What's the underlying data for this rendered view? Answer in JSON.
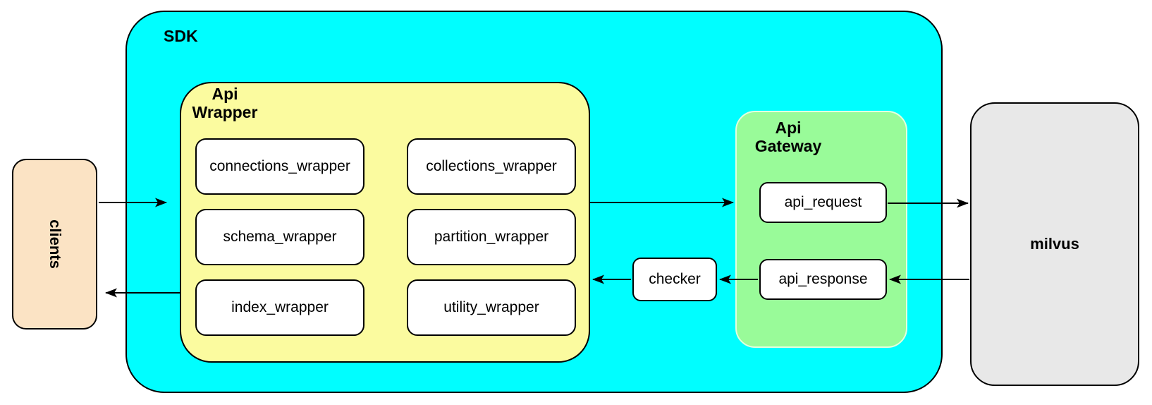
{
  "diagram": {
    "nodes": {
      "clients": {
        "label": "clients"
      },
      "sdk": {
        "label": "SDK"
      },
      "api_wrapper": {
        "label": "Api\nWrapper",
        "children": [
          "connections_wrapper",
          "collections_wrapper",
          "schema_wrapper",
          "partition_wrapper",
          "index_wrapper",
          "utility_wrapper"
        ]
      },
      "api_gateway": {
        "label": "Api\nGateway",
        "children": [
          "api_request",
          "api_response"
        ]
      },
      "checker": {
        "label": "checker"
      },
      "milvus": {
        "label": "milvus"
      }
    },
    "edges": [
      {
        "from": "clients",
        "to": "api_wrapper"
      },
      {
        "from": "api_wrapper",
        "to": "api_gateway"
      },
      {
        "from": "api_request",
        "to": "milvus"
      },
      {
        "from": "milvus",
        "to": "api_response"
      },
      {
        "from": "api_response",
        "to": "checker"
      },
      {
        "from": "checker",
        "to": "api_wrapper"
      },
      {
        "from": "api_wrapper",
        "to": "clients"
      }
    ],
    "colors": {
      "sdk_fill": "#00FEFF",
      "api_wrapper_fill": "#FBFB9F",
      "api_gateway_fill": "#99FB99",
      "clients_fill": "#FBE3C4",
      "milvus_fill": "#E8E8E8",
      "node_fill": "#FFFFFF",
      "border": "#000000",
      "background": "#FFFFFF"
    }
  }
}
